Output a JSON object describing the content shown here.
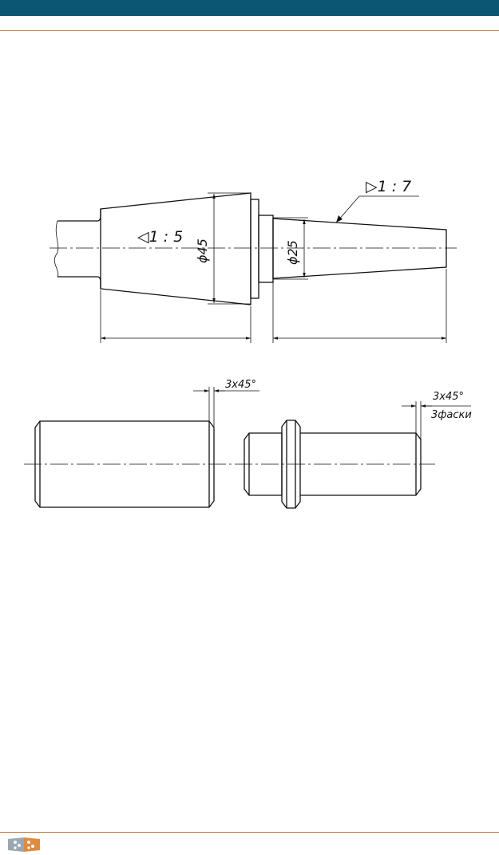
{
  "colors": {
    "header_bar": "#0a5673",
    "accent_rule": "#c8733a",
    "logo_gray": "#9aa7b2",
    "logo_orange": "#e08a3c"
  },
  "drawing_top": {
    "taper_left": "◁1 : 5",
    "taper_right": "▷1 : 7",
    "diameter_large": "ϕ45",
    "diameter_small": "ϕ25"
  },
  "drawing_bottom": {
    "chamfer_left": "3x45°",
    "chamfer_right": "3x45°",
    "chamfer_count": "3фаски"
  },
  "footer": {
    "logo_icon": "publisher-logo-icon"
  }
}
